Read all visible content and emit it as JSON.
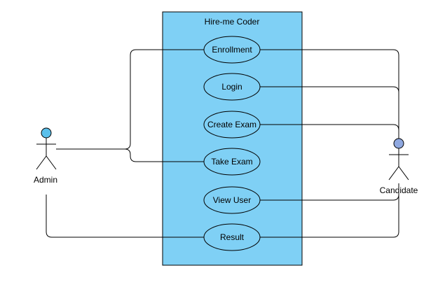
{
  "system": {
    "title": "Hire-me Coder",
    "fill": "#7fd0f5"
  },
  "actors": {
    "admin": {
      "label": "Admin",
      "head_color": "#5bc0eb"
    },
    "candidate": {
      "label": "Candidate",
      "head_color": "#8fa8e0"
    }
  },
  "use_cases": {
    "enrollment": {
      "label": "Enrollment"
    },
    "login": {
      "label": "Login"
    },
    "create_exam": {
      "label": "Create Exam"
    },
    "take_exam": {
      "label": "Take Exam"
    },
    "view_user": {
      "label": "View User"
    },
    "result": {
      "label": "Result"
    }
  },
  "associations": [
    {
      "from": "Admin",
      "to": "Enrollment"
    },
    {
      "from": "Admin",
      "to": "Take Exam"
    },
    {
      "from": "Admin",
      "to": "Result"
    },
    {
      "from": "Candidate",
      "to": "Enrollment"
    },
    {
      "from": "Candidate",
      "to": "Login"
    },
    {
      "from": "Candidate",
      "to": "Create Exam"
    },
    {
      "from": "Candidate",
      "to": "View User"
    },
    {
      "from": "Candidate",
      "to": "Result"
    }
  ]
}
